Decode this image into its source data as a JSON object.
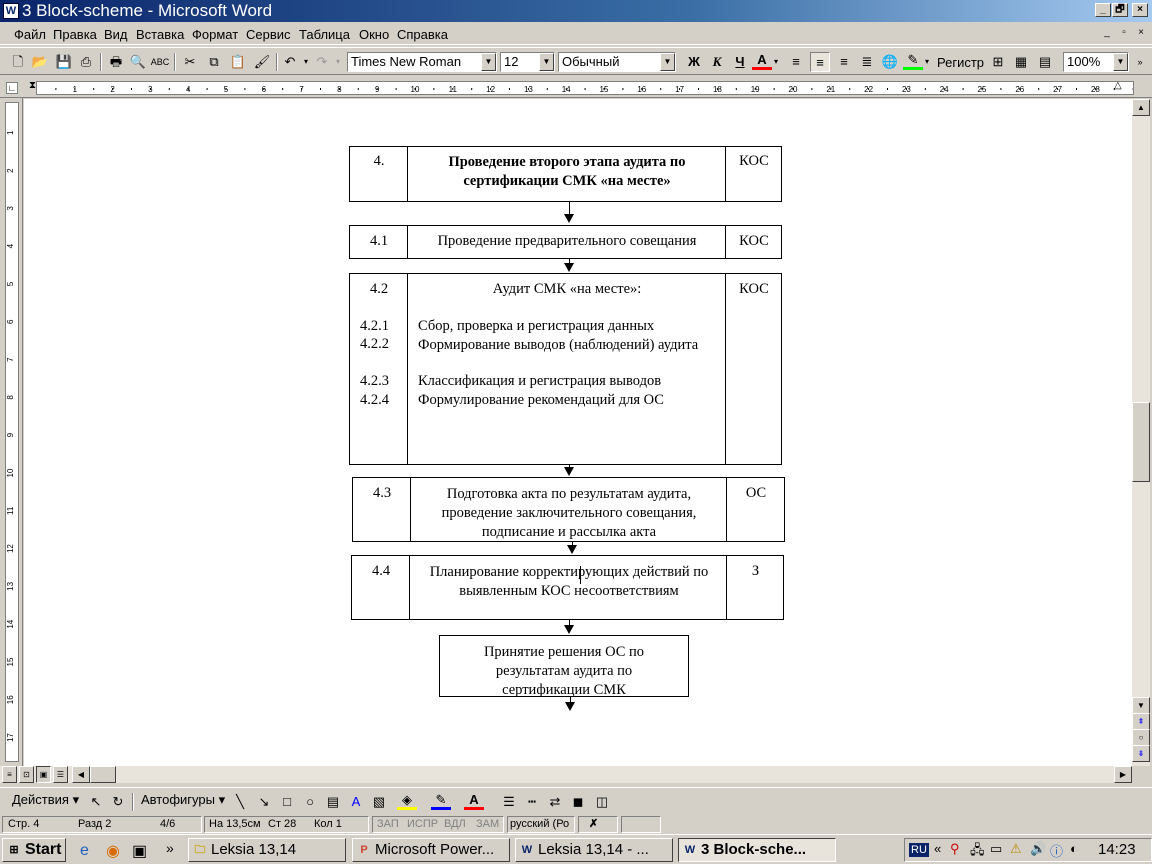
{
  "window": {
    "title": "3 Block-scheme - Microsoft Word",
    "app_icon": "W",
    "buttons": {
      "minimize": "_",
      "restore": "🗗",
      "close": "×"
    }
  },
  "menu": [
    "Файл",
    "Правка",
    "Вид",
    "Вставка",
    "Формат",
    "Сервис",
    "Таблица",
    "Окно",
    "Справка"
  ],
  "toolbar": {
    "font": "Times New Roman",
    "size": "12",
    "style": "Обычный",
    "bold": "Ж",
    "italic": "К",
    "underline": "Ч",
    "font_color_label": "A",
    "register": "Регистр",
    "zoom": "100%"
  },
  "ruler": {
    "h_ticks": [
      "1",
      "2",
      "3",
      "4",
      "5",
      "6",
      "7",
      "8",
      "9",
      "10",
      "11",
      "12",
      "13",
      "14",
      "15",
      "16",
      "17",
      "18",
      "19",
      "20",
      "21",
      "22",
      "23",
      "24",
      "25",
      "26",
      "27",
      "28"
    ],
    "v_ticks": [
      "1",
      "2",
      "3",
      "4",
      "5",
      "6",
      "7",
      "8",
      "9",
      "10",
      "11",
      "12",
      "13",
      "14",
      "15",
      "16",
      "17",
      "18"
    ]
  },
  "document": {
    "b4": {
      "num": "4.",
      "text": "Проведение второго этапа аудита по сертификации СМК «на месте»",
      "resp": "КОС"
    },
    "b41": {
      "num": "4.1",
      "text": "Проведение предварительного совещания",
      "resp": "КОС"
    },
    "b42": {
      "num": "4.2",
      "title": "Аудит СМК «на месте»:",
      "resp": "КОС",
      "items": [
        {
          "num": "4.2.1",
          "text": "Сбор, проверка и регистрация данных"
        },
        {
          "num": "4.2.2",
          "text": "Формирование выводов (наблюдений) аудита"
        },
        {
          "num": "4.2.3",
          "text": "Классификация и регистрация выводов"
        },
        {
          "num": "4.2.4",
          "text": "Формулирование рекомендаций для ОС"
        }
      ]
    },
    "b43": {
      "num": "4.3",
      "text": "Подготовка акта по результатам аудита, проведение заключительного совещания, подписание и рассылка акта",
      "resp": "ОС"
    },
    "b44": {
      "num": "4.4",
      "text": "Планирование корректирующих действий по выявленным КОС несоответствиям",
      "resp": "З"
    },
    "b5": {
      "text": "Принятие решения ОС по результатам аудита по сертификации СМК"
    }
  },
  "drawing": {
    "actions": "Действия",
    "autoshapes": "Автофигуры"
  },
  "status": {
    "page": "Стр. 4",
    "section": "Разд 2",
    "pages": "4/6",
    "at": "На 13,5см",
    "line": "Ст 28",
    "col": "Кол 1",
    "rec": "ЗАП",
    "trk": "ИСПР",
    "ext": "ВДЛ",
    "ovr": "ЗАМ",
    "lang": "русский (Ро"
  },
  "taskbar": {
    "start": "Start",
    "tasks": [
      "Leksia 13,14",
      "Microsoft Power...",
      "Leksia 13,14 - ...",
      "3 Block-sche..."
    ],
    "lang": "RU",
    "clock": "14:23"
  },
  "colors": {
    "title_start": "#0a246a",
    "title_end": "#a6caf0",
    "chrome": "#d4d0c8",
    "font_color": "#ff0000",
    "highlight": "#00ff00"
  }
}
